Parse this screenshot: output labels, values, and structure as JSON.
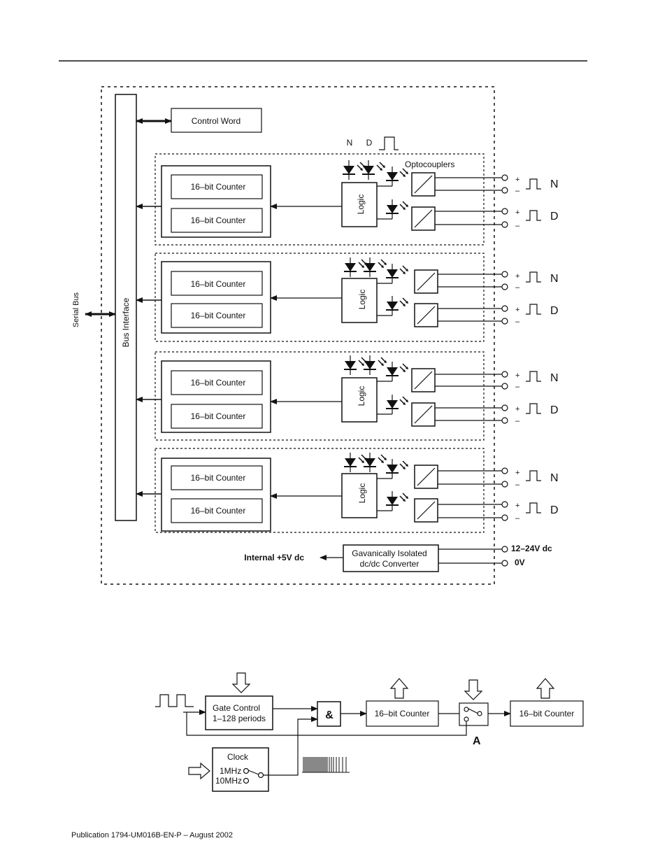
{
  "diagram1": {
    "serial_bus": "Serial Bus",
    "bus_interface": "Bus Interface",
    "control_word": "Control Word",
    "header_n": "N",
    "header_d": "D",
    "optocouplers": "Optocouplers",
    "channels": [
      {
        "counter_a": "16–bit Counter",
        "counter_b": "16–bit Counter",
        "logic": "Logic",
        "in_n": "N",
        "in_d": "D"
      },
      {
        "counter_a": "16–bit Counter",
        "counter_b": "16–bit Counter",
        "logic": "Logic",
        "in_n": "N",
        "in_d": "D"
      },
      {
        "counter_a": "16–bit Counter",
        "counter_b": "16–bit Counter",
        "logic": "Logic",
        "in_n": "N",
        "in_d": "D"
      },
      {
        "counter_a": "16–bit Counter",
        "counter_b": "16–bit Counter",
        "logic": "Logic",
        "in_n": "N",
        "in_d": "D"
      }
    ],
    "plus": "+",
    "minus": "–",
    "internal_supply": "Internal +5V dc",
    "converter_line1": "Gavanically Isolated",
    "converter_line2": "dc/dc Converter",
    "supply_in": "12–24V dc",
    "supply_zero": "0V"
  },
  "diagram2": {
    "gate_control_line1": "Gate Control",
    "gate_control_line2": "1–128 periods",
    "and_gate": "&",
    "counter1": "16–bit Counter",
    "counter2": "16–bit Counter",
    "switch_label": "A",
    "clock_title": "Clock",
    "clock_1mhz": "1MHz",
    "clock_10mhz": "10MHz"
  },
  "footer": "Publication 1794-UM016B-EN-P – August 2002"
}
